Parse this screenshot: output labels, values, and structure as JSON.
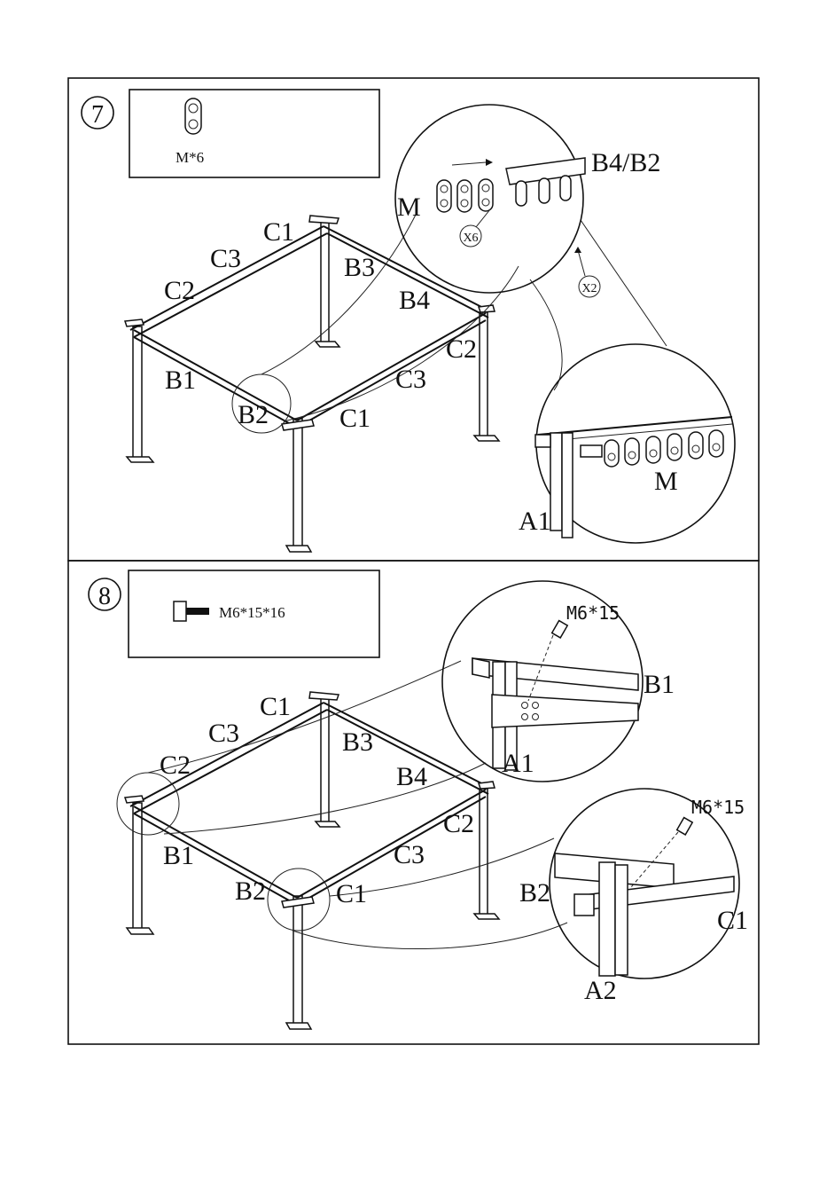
{
  "step7": {
    "number": "7",
    "parts_box_label": "M*6",
    "frame_labels": {
      "c1_top": "C1",
      "c3_top": "C3",
      "c2_top": "C2",
      "b3": "B3",
      "b4": "B4",
      "b1": "B1",
      "b2": "B2",
      "c2_right": "C2",
      "c3_right": "C3",
      "c1_bottom": "C1"
    },
    "detail_top": {
      "m": "M",
      "b4b2": "B4/B2",
      "x6": "X6",
      "x2": "X2"
    },
    "detail_bottom": {
      "m": "M",
      "a1": "A1"
    }
  },
  "step8": {
    "number": "8",
    "parts_box_label": "M6*15*16",
    "frame_labels": {
      "c1_top": "C1",
      "c3_top": "C3",
      "c2_top": "C2",
      "b3": "B3",
      "b4": "B4",
      "b1": "B1",
      "b2": "B2",
      "c2_right": "C2",
      "c3_right": "C3",
      "c1_bottom": "C1"
    },
    "detail_top": {
      "screw": "M6*15",
      "b1": "B1",
      "a1": "A1"
    },
    "detail_bottom": {
      "screw": "M6*15",
      "b2": "B2",
      "c1": "C1",
      "a2": "A2"
    }
  }
}
